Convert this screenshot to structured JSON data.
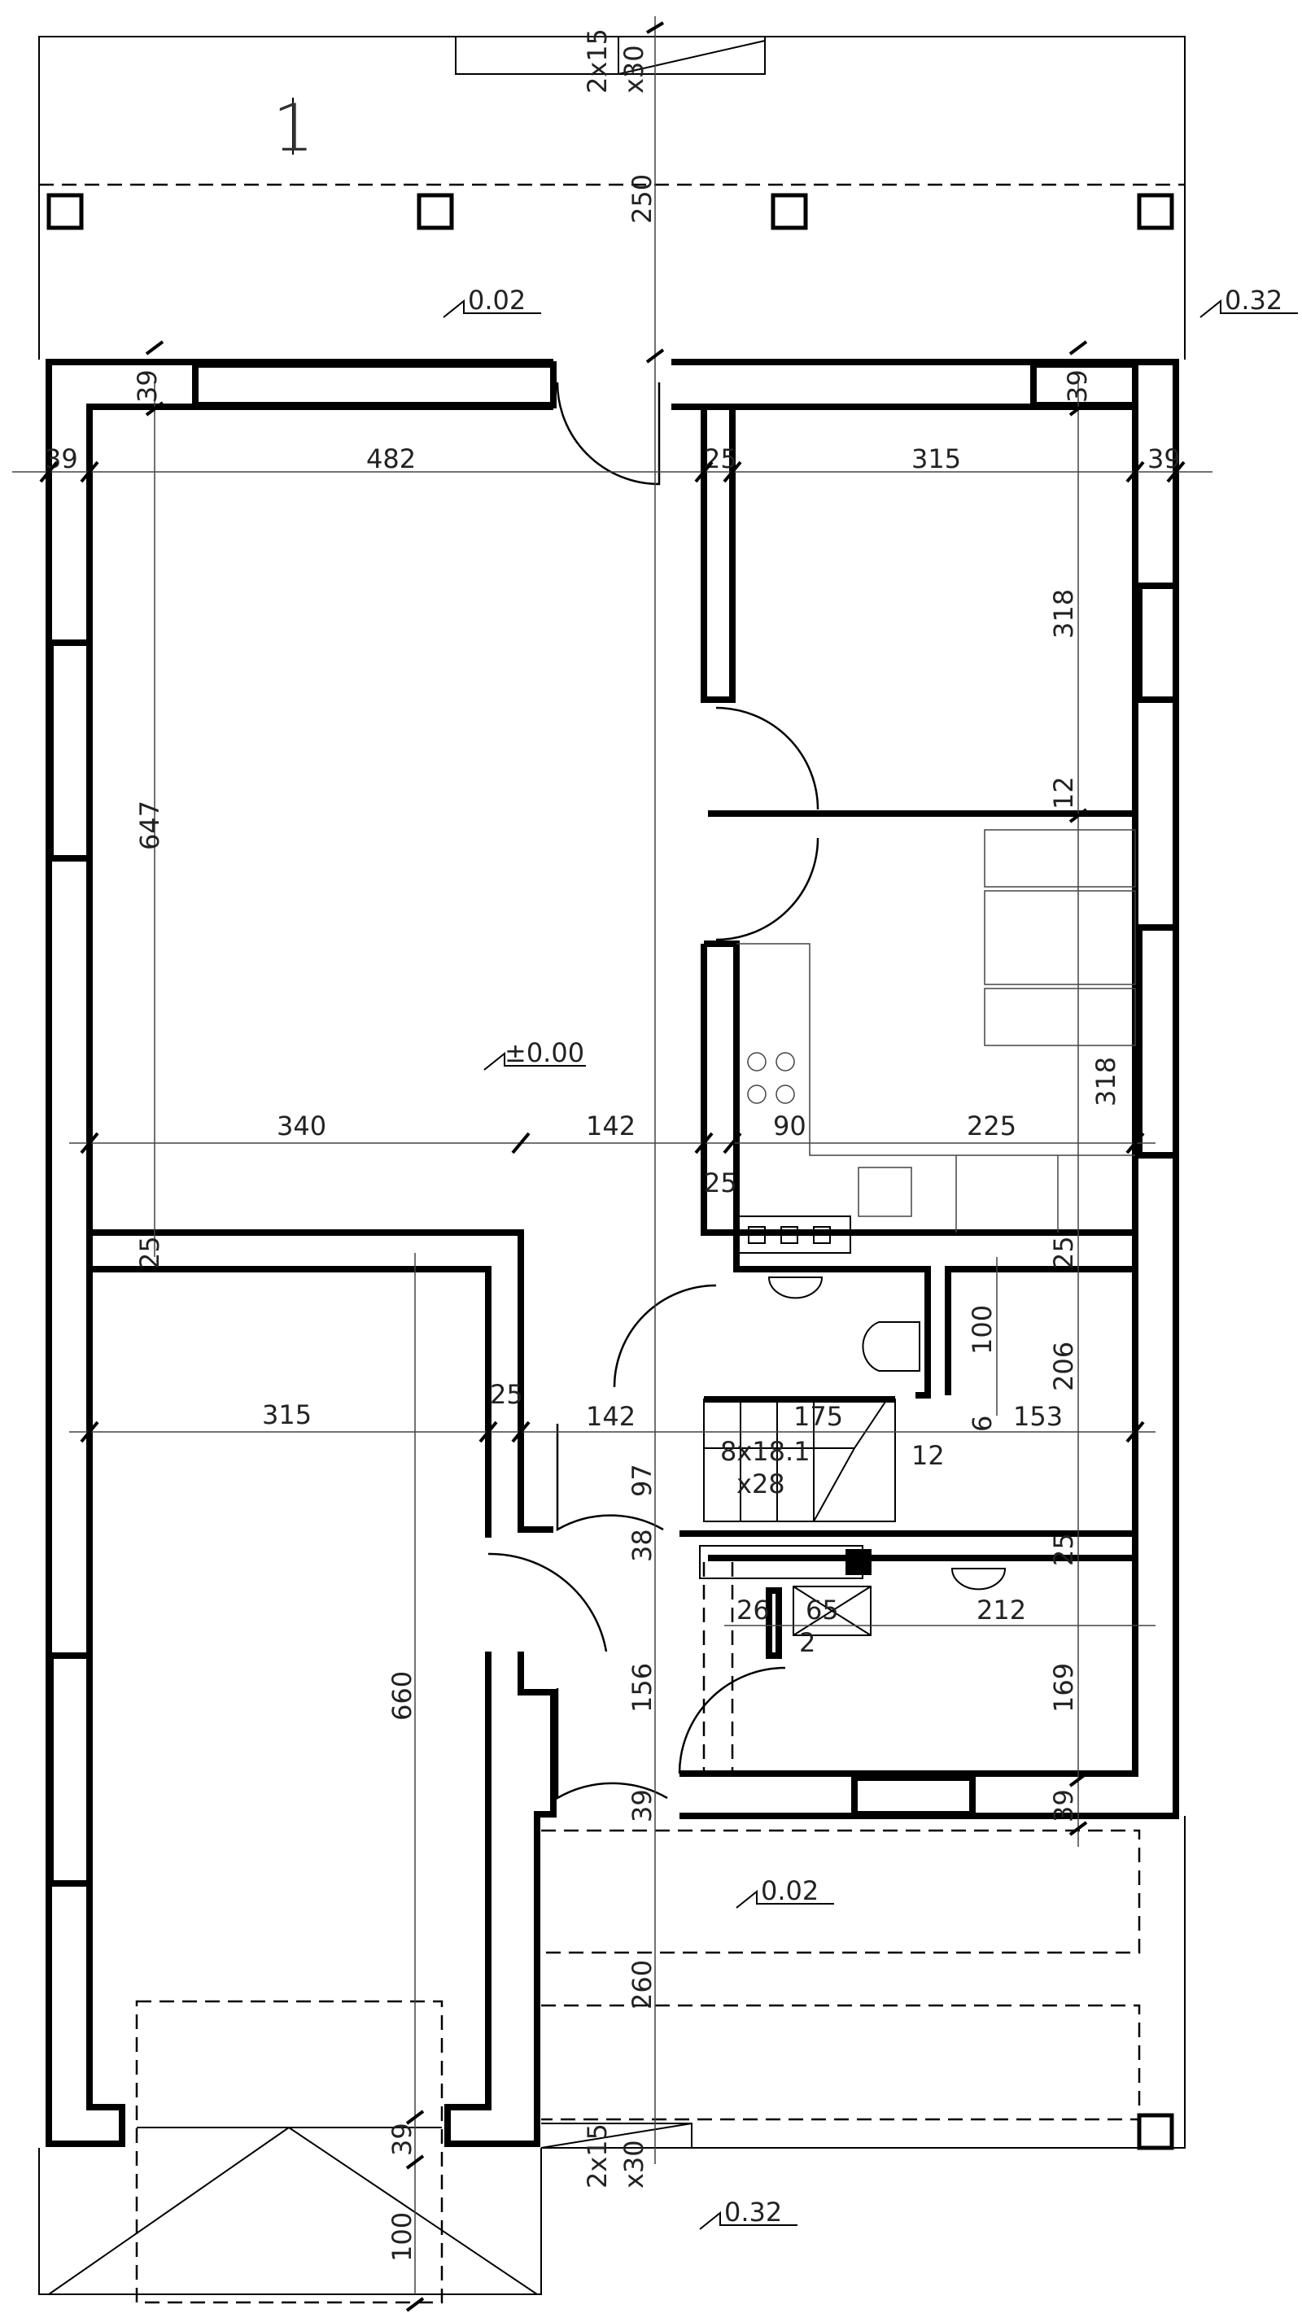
{
  "section_mark": "1",
  "levels": {
    "terrace_top": "0.02",
    "ground_right_top": "0.32",
    "floor": "±0.00",
    "terrace_bottom": "0.02",
    "ground_bottom": "0.32"
  },
  "steps": {
    "top": [
      "2x15",
      "x30"
    ],
    "bottom": [
      "2x15",
      "x30"
    ],
    "stair": [
      "8x18.1",
      "x28"
    ]
  },
  "dimensions": {
    "d39_tl": "39",
    "d39_left": "39",
    "d482": "482",
    "d25_top": "25",
    "d315_top": "315",
    "d39_right": "39",
    "d39_tr": "39",
    "d250": "250",
    "d318_a": "318",
    "d12": "12",
    "d647": "647",
    "d318_b": "318",
    "d340": "340",
    "d142_a": "142",
    "d90": "90",
    "d225": "225",
    "d25_mid": "25",
    "d25_left": "25",
    "d25_kit": "25",
    "d100_wc": "100",
    "d206": "206",
    "d315_gar": "315",
    "d25_gar": "25",
    "d142_b": "142",
    "d175": "175",
    "d6": "6",
    "d153": "153",
    "d12_b": "12",
    "d97": "97",
    "d38": "38",
    "d25_bath": "25",
    "d26": "26",
    "d65": "65",
    "d2": "2",
    "d212": "212",
    "d169": "169",
    "d660": "660",
    "d156": "156",
    "d39_b1": "39",
    "d39_b2": "39",
    "d260": "260",
    "d39_gar": "39",
    "d100_gar": "100"
  }
}
